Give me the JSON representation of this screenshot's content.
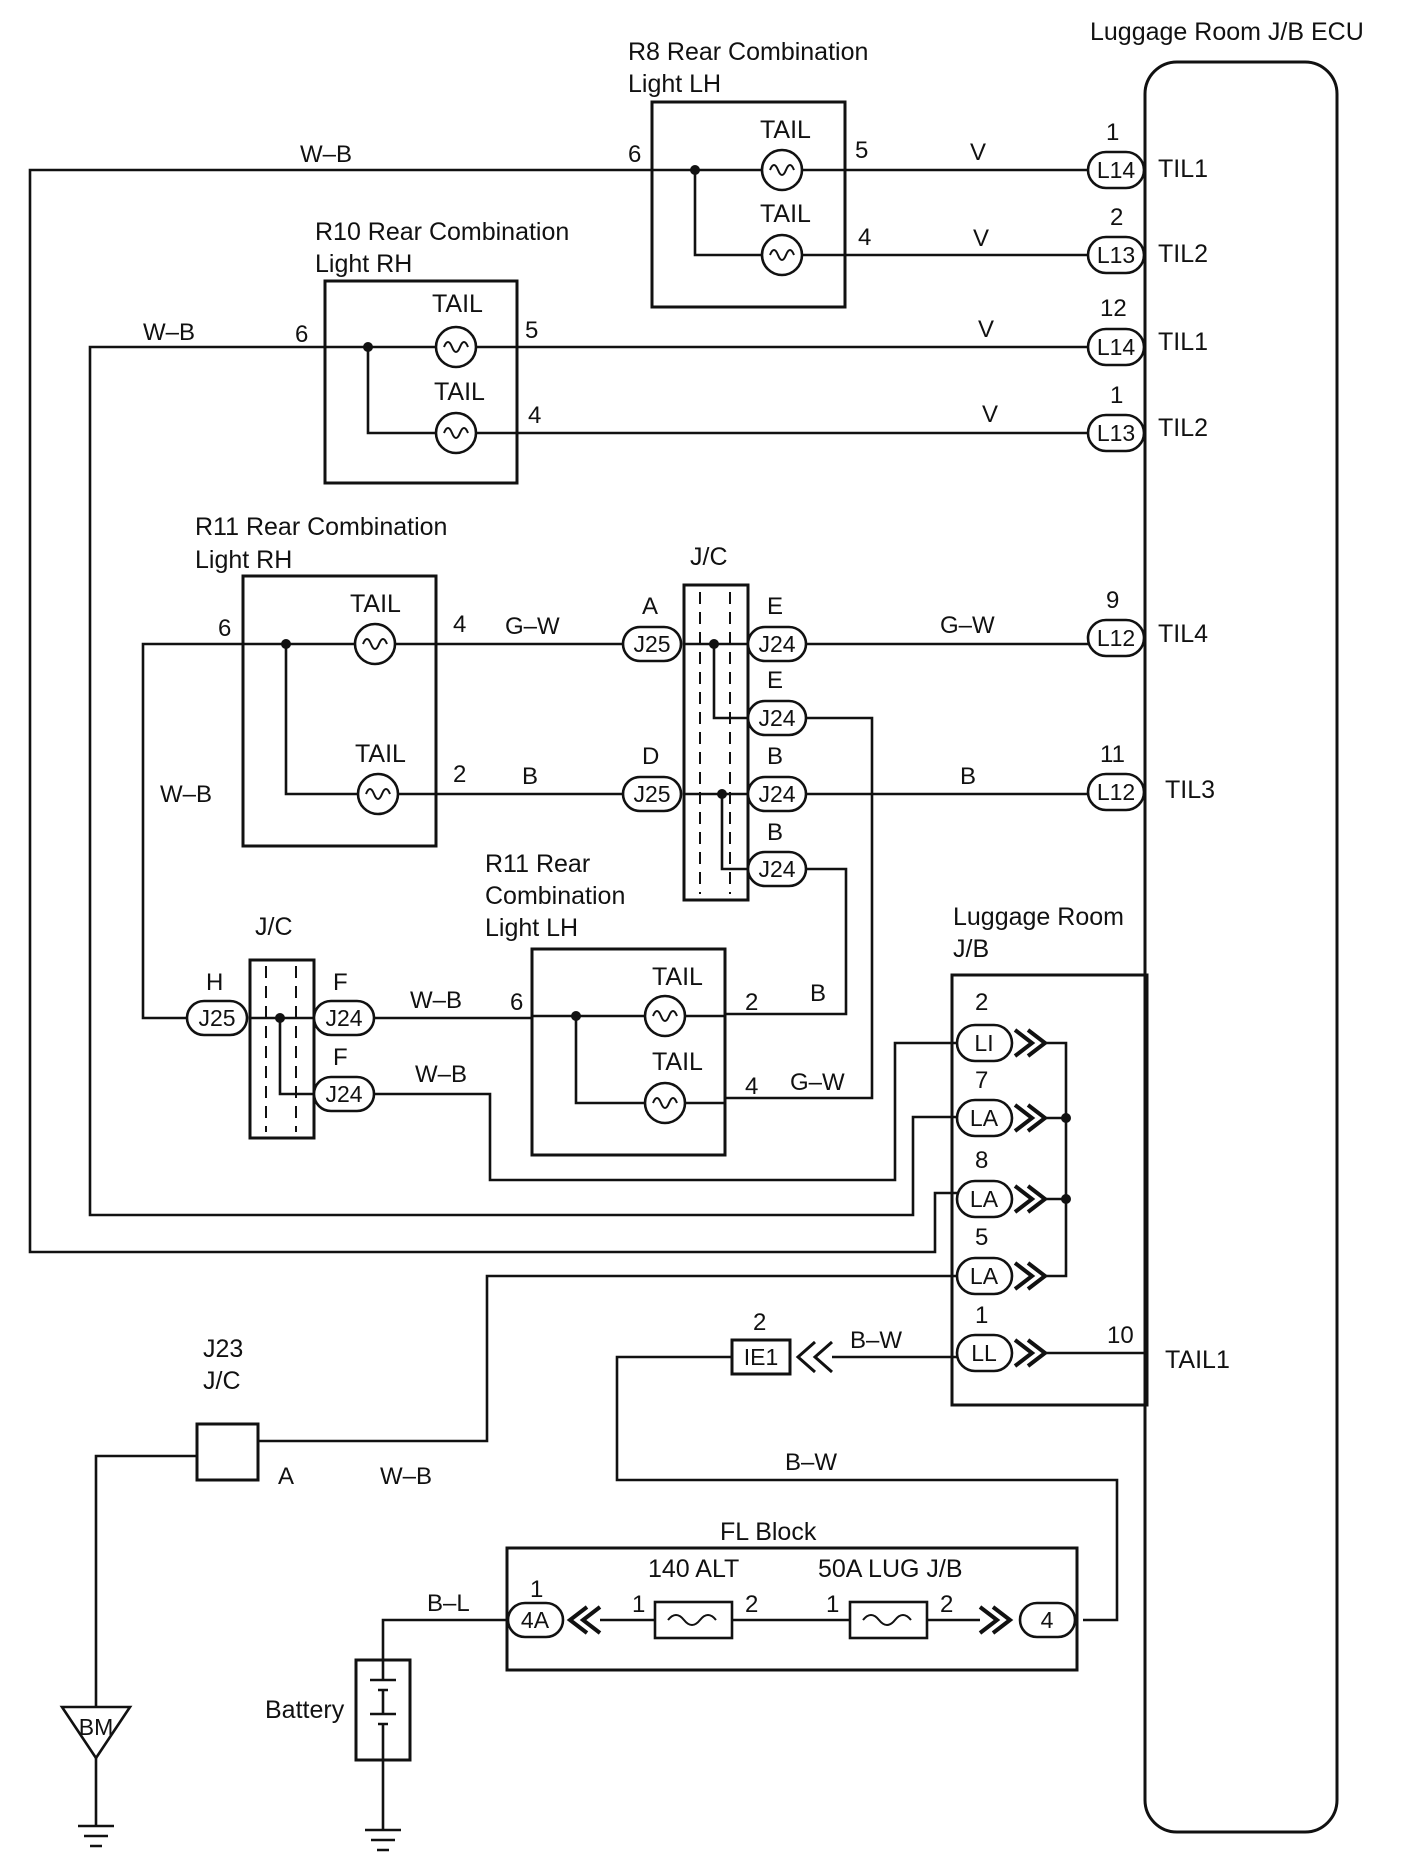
{
  "ecu": {
    "title": "Luggage Room J/B ECU"
  },
  "r8": {
    "title_line1": "R8 Rear Combination",
    "title_line2": "Light LH",
    "tail1": "TAIL",
    "tail2": "TAIL",
    "pin_in": "6",
    "pin_out1": "5",
    "pin_out2": "4",
    "ground_wire": "W–B",
    "wire1": "V",
    "wire2": "V"
  },
  "r10": {
    "title_line1": "R10 Rear Combination",
    "title_line2": "Light RH",
    "tail1": "TAIL",
    "tail2": "TAIL",
    "pin_in": "6",
    "pin_out1": "5",
    "pin_out2": "4",
    "ground_wire": "W–B",
    "wire1": "V",
    "wire2": "V"
  },
  "r11_rh": {
    "title_line1": "R11 Rear Combination",
    "title_line2": "Light RH",
    "tail1": "TAIL",
    "tail2": "TAIL",
    "pin_in": "6",
    "pin_out1": "4",
    "pin_out2": "2",
    "wire1": "G–W",
    "wire2": "B",
    "ground_wire": "W–B"
  },
  "r11_lh": {
    "title_line1": "R11 Rear",
    "title_line2": "Combination",
    "title_line3": "Light LH",
    "tail1": "TAIL",
    "tail2": "TAIL",
    "pin_in": "6",
    "pin_out1": "2",
    "pin_out2": "4",
    "wire_in": "W–B",
    "wire1": "B",
    "wire2": "G–W"
  },
  "jc_upper": {
    "title": "J/C",
    "left": [
      {
        "pin": "A",
        "name": "J25"
      },
      {
        "pin": "D",
        "name": "J25"
      }
    ],
    "right": [
      {
        "pin": "E",
        "name": "J24"
      },
      {
        "pin": "E",
        "name": "J24"
      },
      {
        "pin": "B",
        "name": "J24"
      },
      {
        "pin": "B",
        "name": "J24"
      }
    ],
    "out_wire1": "G–W",
    "out_wire2": "B"
  },
  "jc_lower": {
    "title": "J/C",
    "left": [
      {
        "pin": "H",
        "name": "J25"
      }
    ],
    "right": [
      {
        "pin": "F",
        "name": "J24"
      },
      {
        "pin": "F",
        "name": "J24"
      }
    ],
    "wire2": "W–B"
  },
  "ecu_terms": [
    {
      "num": "1",
      "conn": "L14",
      "name": "TIL1"
    },
    {
      "num": "2",
      "conn": "L13",
      "name": "TIL2"
    },
    {
      "num": "12",
      "conn": "L14",
      "name": "TIL1"
    },
    {
      "num": "1",
      "conn": "L13",
      "name": "TIL2"
    },
    {
      "num": "9",
      "conn": "L12",
      "name": "TIL4"
    },
    {
      "num": "11",
      "conn": "L12",
      "name": "TIL3"
    }
  ],
  "lug_jb": {
    "title_line1": "Luggage Room",
    "title_line2": "J/B",
    "pins": [
      {
        "num": "2",
        "conn": "LI"
      },
      {
        "num": "7",
        "conn": "LA"
      },
      {
        "num": "8",
        "conn": "LA"
      },
      {
        "num": "5",
        "conn": "LA"
      },
      {
        "num": "1",
        "conn": "LL"
      }
    ],
    "tail_pin": "10",
    "tail_name": "TAIL1"
  },
  "ie1": {
    "pin": "2",
    "name": "IE1",
    "wire": "B–W",
    "wire_down": "B–W"
  },
  "j23": {
    "line1": "J23",
    "line2": "J/C",
    "pin": "A",
    "wire": "W–B"
  },
  "fl_block": {
    "title": "FL Block",
    "fuse1": "140 ALT",
    "fuse2": "50A LUG J/B",
    "conn_left": "4A",
    "conn_left_pin": "1",
    "conn_right": "4",
    "f1_pin1": "1",
    "f1_pin2": "2",
    "f2_pin1": "1",
    "f2_pin2": "2"
  },
  "battery": {
    "label": "Battery",
    "wire": "B–L"
  },
  "ground": {
    "label": "BM"
  }
}
